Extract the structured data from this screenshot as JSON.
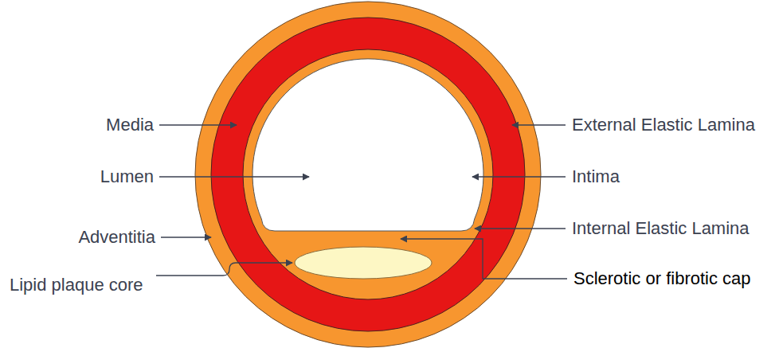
{
  "diagram": {
    "labels": [
      "Media",
      "External Elastic Lamina",
      "Lumen",
      "Intima",
      "Adventitia",
      "Internal Elastic Lamina",
      "Lipid plaque core",
      "Sclerotic or fibrotic cap"
    ]
  }
}
